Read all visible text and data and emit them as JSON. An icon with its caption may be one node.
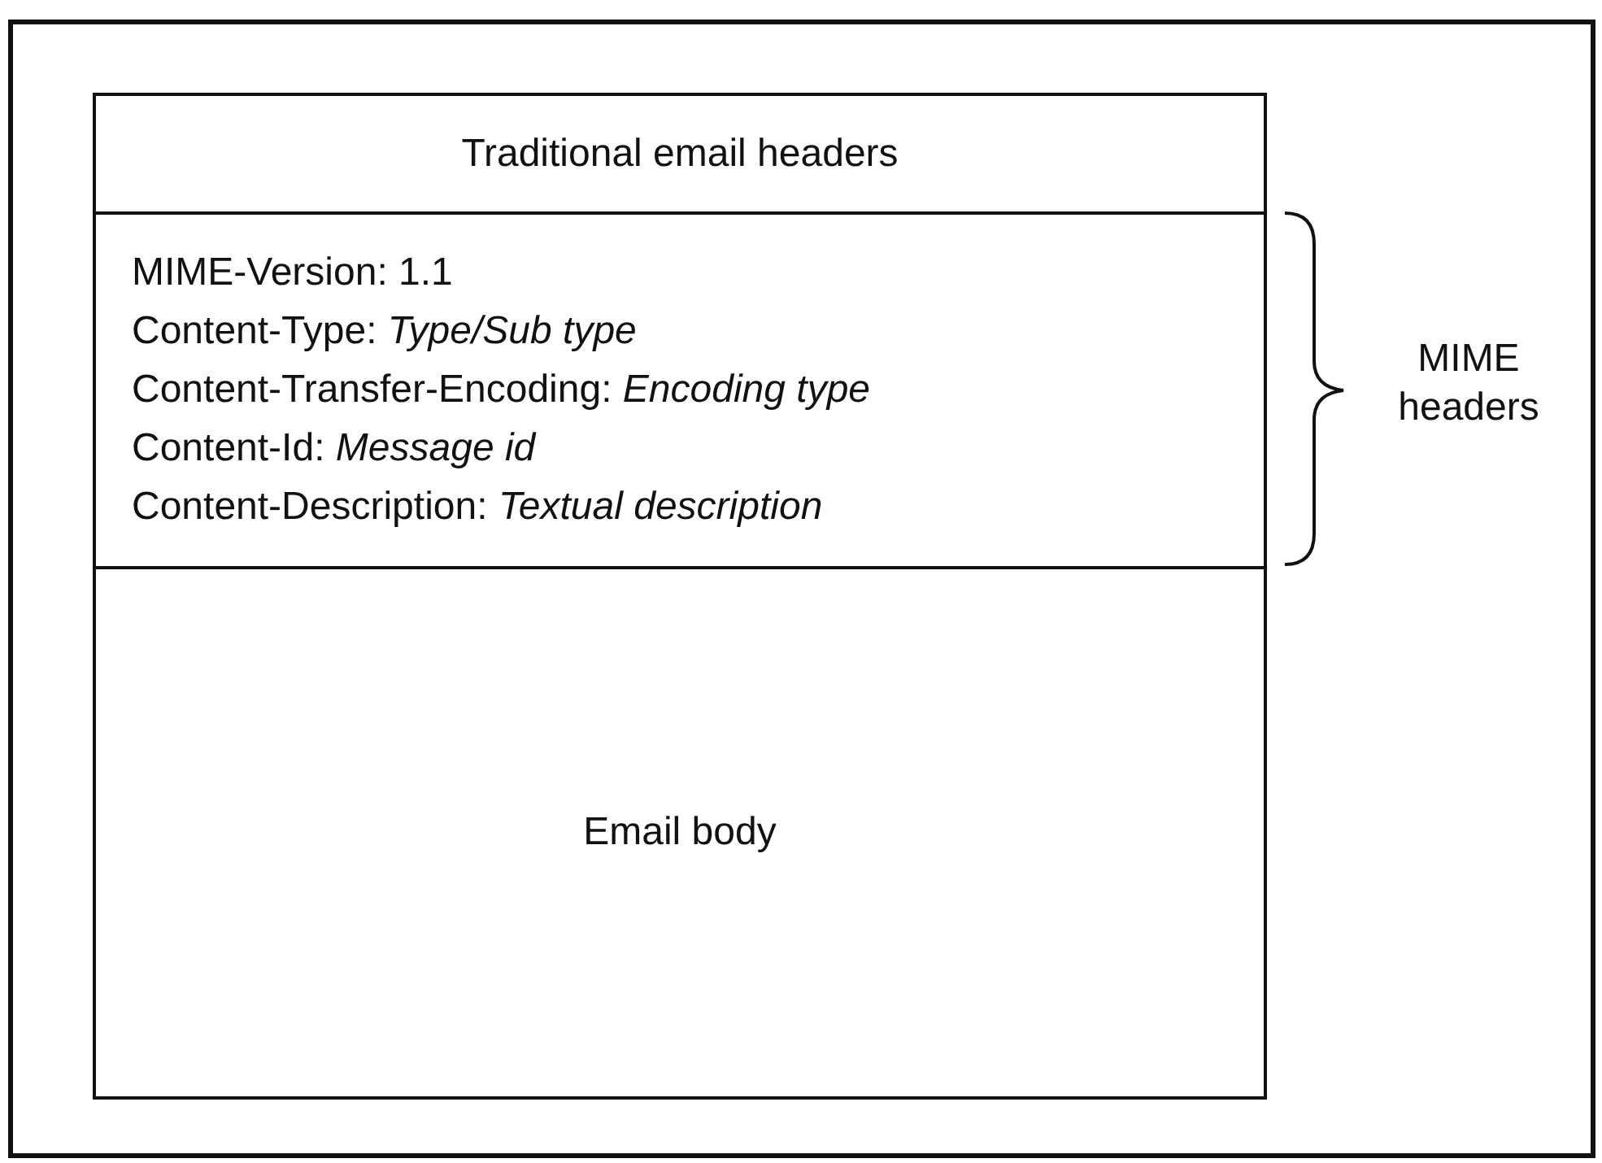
{
  "diagram": {
    "nodes": [
      {
        "text": [
          "Traditional email headers"
        ]
      },
      {
        "text": [
          "MIME-Version: 1.1",
          "Content-Type: *Type/Sub type*",
          "Content-Transfer-Encoding: *Encoding type*",
          "Content-Id: *Message id*",
          "Content-Description: *Textual description*"
        ]
      },
      {
        "text": [
          "Email body"
        ]
      }
    ],
    "labels": [
      "MIME headers"
    ]
  }
}
